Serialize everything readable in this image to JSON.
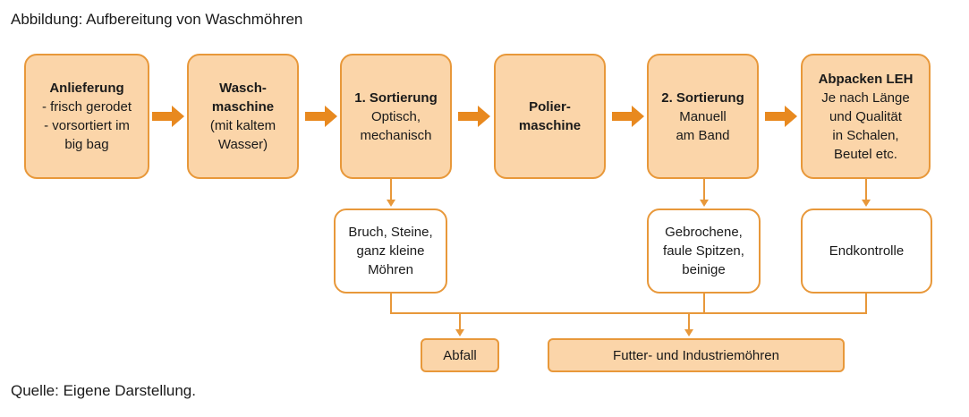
{
  "caption_top": "Abbildung:  Aufbereitung von Waschmöhren",
  "caption_bottom": "Quelle: Eigene Darstellung.",
  "steps": [
    {
      "title": [
        "Anlieferung"
      ],
      "lines": [
        "- frisch gerodet",
        "- vorsortiert im",
        "big bag"
      ]
    },
    {
      "title": [
        "Wasch-",
        "maschine"
      ],
      "lines": [
        "(mit kaltem",
        "Wasser)"
      ]
    },
    {
      "title": [
        "1. Sortierung"
      ],
      "lines": [
        "Optisch,",
        "mechanisch"
      ]
    },
    {
      "title": [
        "Polier-",
        "maschine"
      ],
      "lines": []
    },
    {
      "title": [
        "2. Sortierung"
      ],
      "lines": [
        "Manuell",
        "am Band"
      ]
    },
    {
      "title": [
        "Abpacken LEH"
      ],
      "lines": [
        "Je nach Länge",
        "und Qualität",
        "in Schalen,",
        "Beutel etc."
      ]
    }
  ],
  "outputs": [
    {
      "lines": [
        "Bruch, Steine,",
        "ganz kleine",
        "Möhren"
      ]
    },
    {
      "lines": [
        "Gebrochene,",
        "faule Spitzen,",
        "beinige"
      ]
    },
    {
      "lines": [
        "Endkontrolle"
      ]
    }
  ],
  "sinks": [
    {
      "label": "Abfall"
    },
    {
      "label": "Futter- und Industriemöhren"
    }
  ],
  "colors": {
    "fill": "#fbd5a9",
    "border": "#e8983a",
    "arrow": "#e8891f",
    "connector": "#e8983a"
  }
}
